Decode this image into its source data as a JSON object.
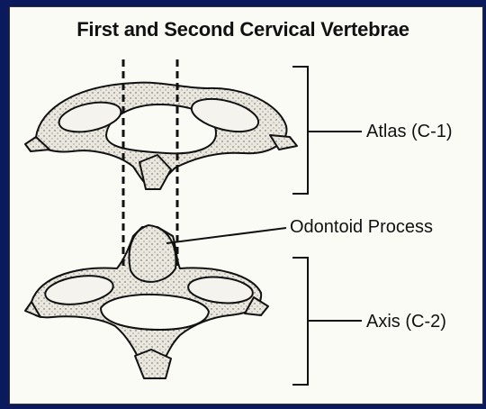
{
  "title": "First and Second Cervical Vertebrae",
  "labels": {
    "atlas": "Atlas (C-1)",
    "odontoid": "Odontoid Process",
    "axis": "Axis (C-2)"
  },
  "colors": {
    "background": "#0a1a5c",
    "panel": "#fbfbf6",
    "ink": "#111111",
    "bone": "#e4e2d8"
  }
}
